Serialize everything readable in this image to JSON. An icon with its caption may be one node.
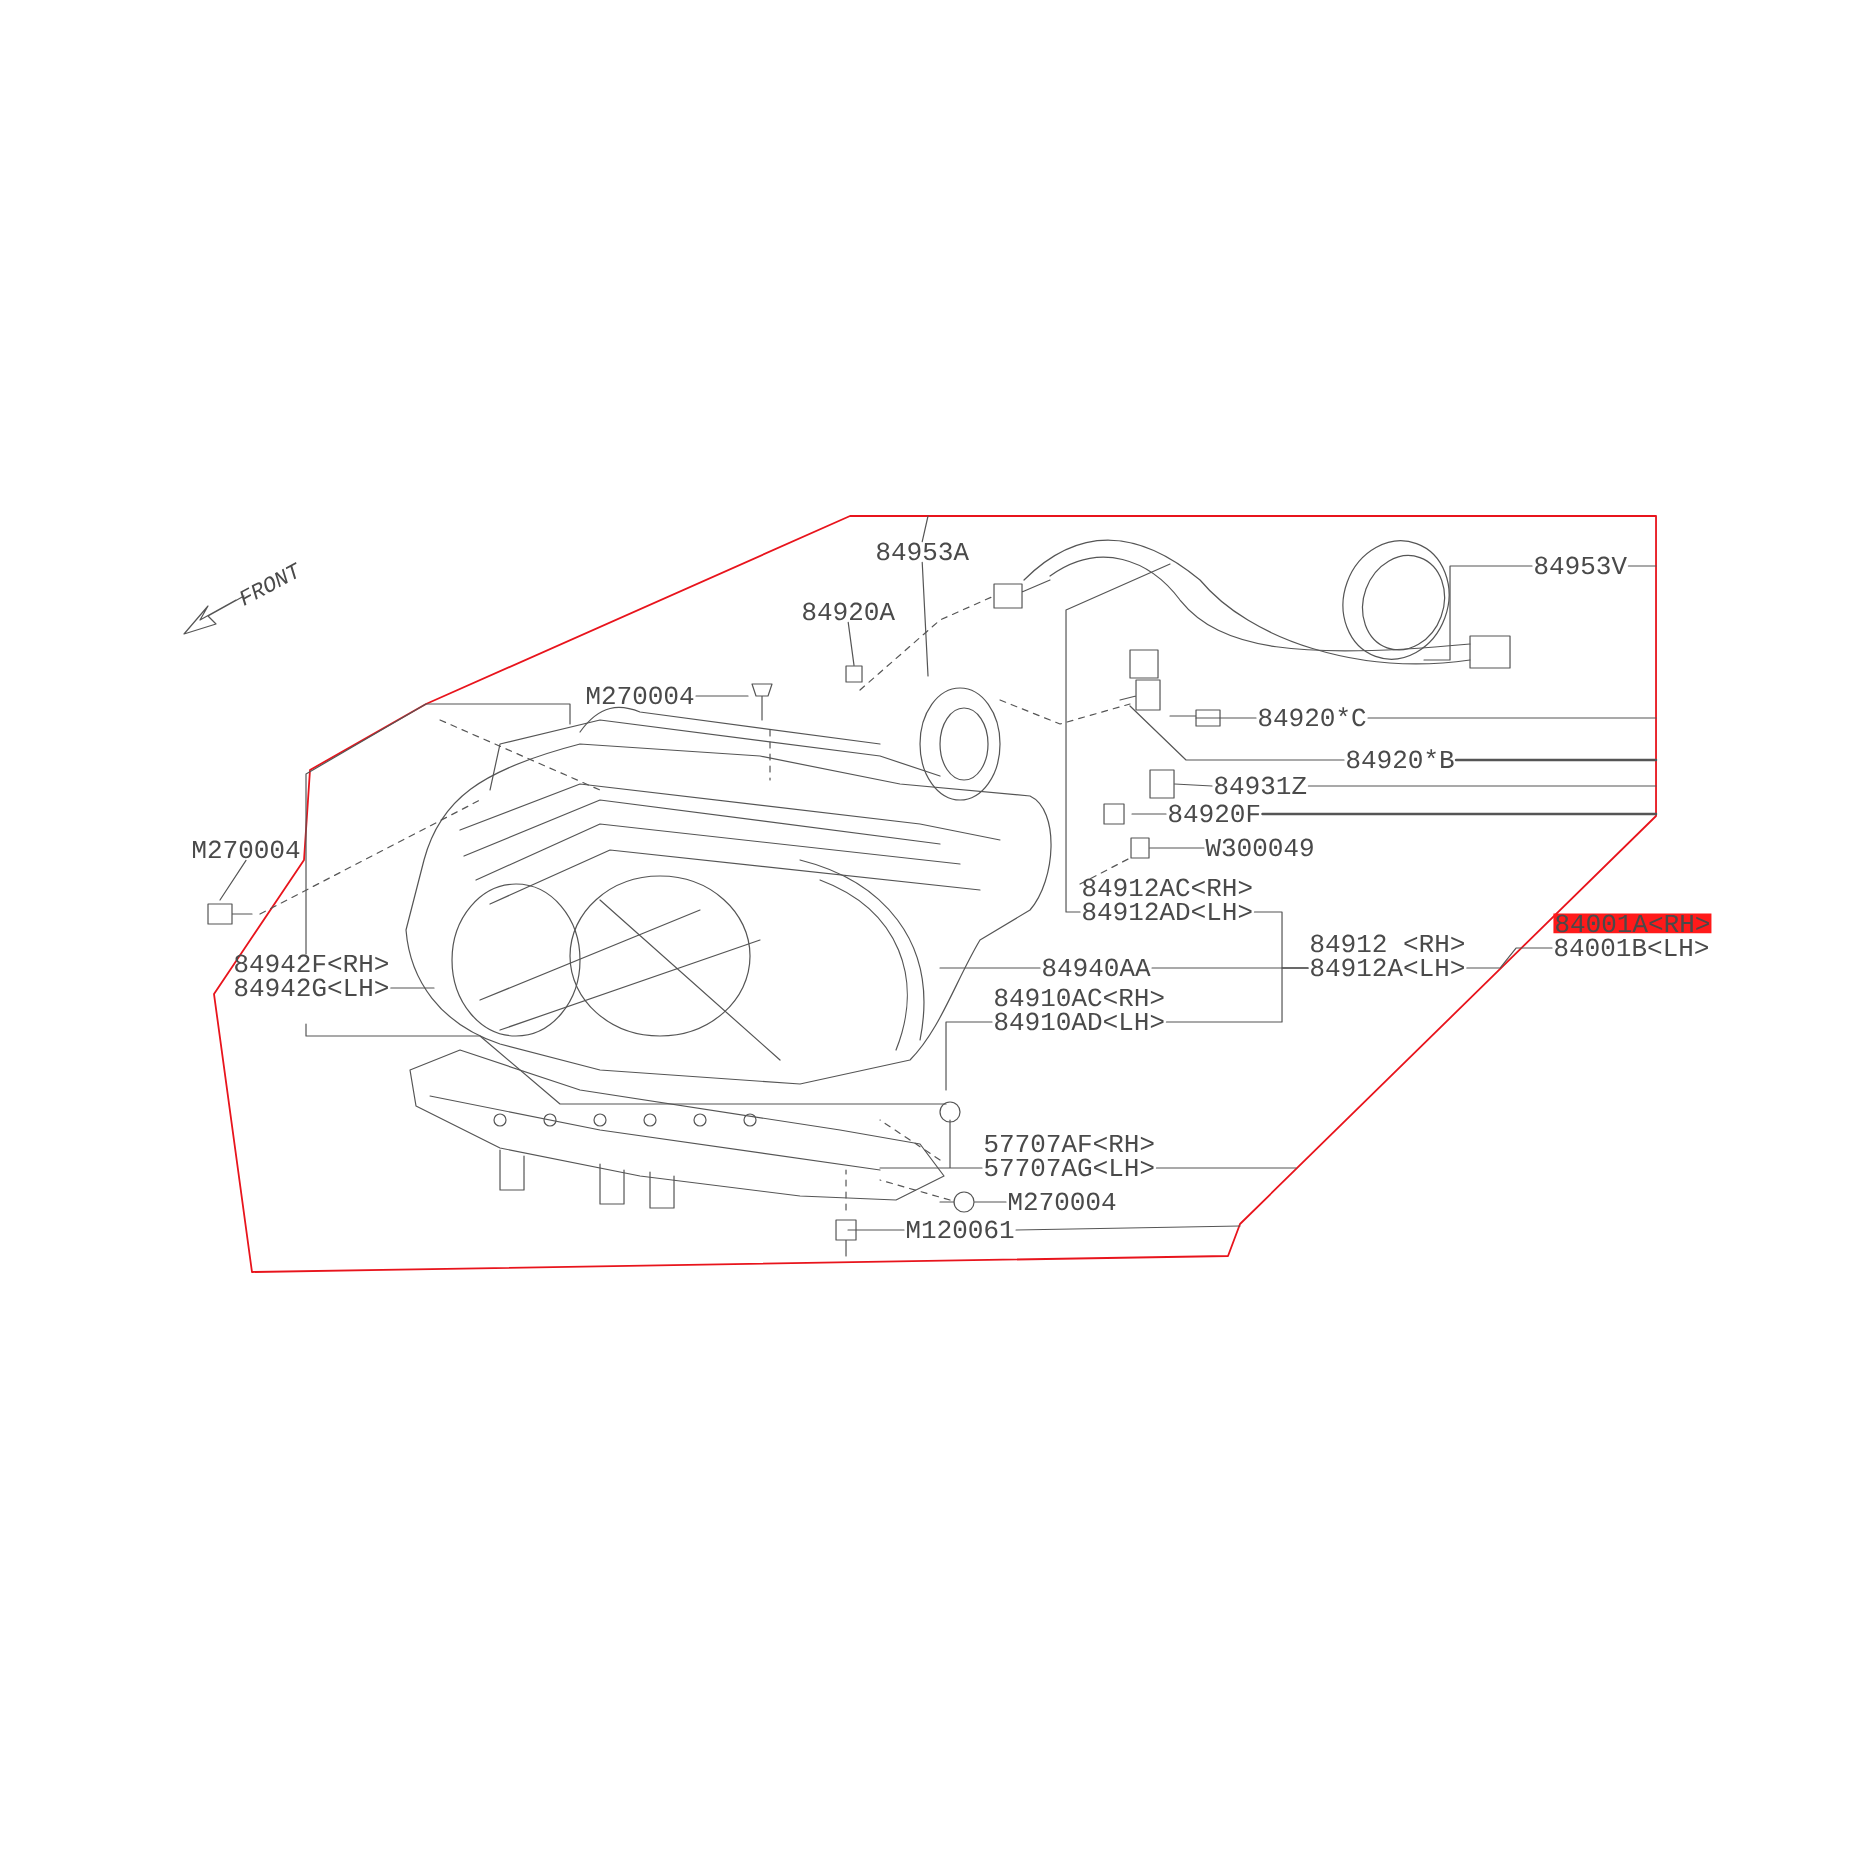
{
  "diagram": {
    "nodes": [
      {
        "text": [
          "84953A"
        ]
      },
      {
        "text": [
          "84920A"
        ]
      },
      {
        "text": [
          "M270004"
        ]
      },
      {
        "text": [
          "84953V"
        ]
      },
      {
        "text": [
          "84920*C"
        ]
      },
      {
        "text": [
          "84920*B"
        ]
      },
      {
        "text": [
          "84931Z"
        ]
      },
      {
        "text": [
          "84920F"
        ]
      },
      {
        "text": [
          "W300049"
        ]
      },
      {
        "text": [
          "M270004"
        ]
      },
      {
        "text": [
          "84912AC<RH>",
          "84912AD<LH>"
        ]
      },
      {
        "text": [
          "84942F<RH>",
          "84942G<LH>"
        ]
      },
      {
        "text": [
          "84940AA"
        ]
      },
      {
        "text": [
          "84912 <RH>",
          "84912A<LH>"
        ]
      },
      {
        "text": [
          "84001A<RH>",
          "84001B<LH>"
        ]
      },
      {
        "text": [
          "84910AC<RH>",
          "84910AD<LH>"
        ]
      },
      {
        "text": [
          "57707AF<RH>",
          "57707AG<LH>"
        ]
      },
      {
        "text": [
          "M270004"
        ]
      },
      {
        "text": [
          "M120061"
        ]
      },
      {
        "text": [],
        "shape": "box"
      },
      {
        "text": [],
        "shape": "box"
      },
      {
        "text": [],
        "shape": "box"
      },
      {
        "text": [],
        "shape": "circle"
      }
    ],
    "edges": [
      {
        "from": 0,
        "to": null,
        "arrow": "none"
      },
      {
        "from": 1,
        "to": 21,
        "arrow": "none"
      },
      {
        "from": 2,
        "to": null,
        "arrow": "none"
      },
      {
        "from": 3,
        "to": null,
        "arrow": "none"
      },
      {
        "from": 4,
        "to": null,
        "arrow": "none"
      },
      {
        "from": 5,
        "to": null,
        "arrow": "none"
      },
      {
        "from": 6,
        "to": 19,
        "arrow": "none"
      },
      {
        "from": 7,
        "to": null,
        "arrow": "none"
      },
      {
        "from": 8,
        "to": 20,
        "arrow": "none"
      },
      {
        "from": 9,
        "to": null,
        "arrow": "none"
      },
      {
        "from": 10,
        "to": null,
        "arrow": "none"
      },
      {
        "from": 11,
        "to": null,
        "arrow": "none"
      },
      {
        "from": 12,
        "to": null,
        "arrow": "none"
      },
      {
        "from": 15,
        "to": null,
        "arrow": "none"
      },
      {
        "from": 10,
        "to": 13,
        "arrow": "none"
      },
      {
        "from": 12,
        "to": 13,
        "arrow": "none"
      },
      {
        "from": 15,
        "to": 13,
        "arrow": "none"
      },
      {
        "from": 13,
        "to": 14,
        "arrow": "none"
      },
      {
        "from": 16,
        "to": null,
        "arrow": "none"
      },
      {
        "from": 17,
        "to": 22,
        "arrow": "none"
      },
      {
        "from": 18,
        "to": null,
        "arrow": "none"
      }
    ],
    "labels": [
      "FRONT"
    ]
  }
}
